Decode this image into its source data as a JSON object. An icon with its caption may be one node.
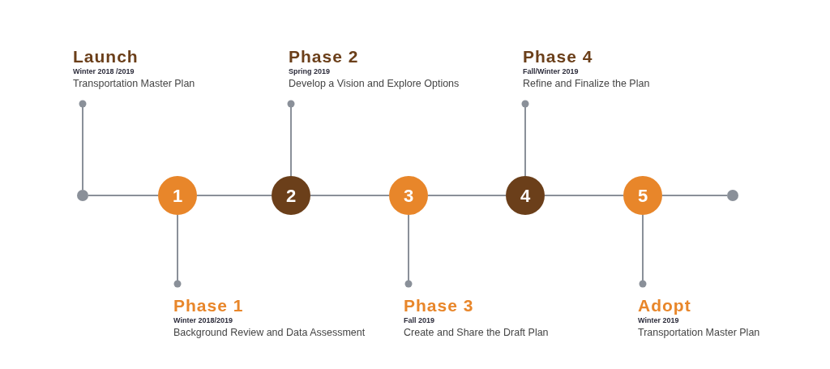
{
  "diagram": {
    "nodes": [
      {
        "text": [
          "Launch",
          "Winter 2018 /2019",
          "Transportation Master Plan"
        ]
      },
      {
        "text": [
          "Phase 2",
          "Spring 2019",
          "Develop a Vision and Explore Options"
        ]
      },
      {
        "text": [
          "Phase 4",
          "Fall/Winter 2019",
          "Refine and Finalize the Plan"
        ]
      },
      {
        "text": [
          "Phase 1",
          "Winter 2018/2019",
          "Background Review and Data Assessment"
        ]
      },
      {
        "text": [
          "Phase 3",
          "Fall 2019",
          "Create and Share the Draft Plan"
        ]
      },
      {
        "text": [
          "Adopt",
          "Winter 2019",
          "Transportation Master Plan"
        ]
      },
      {
        "text": [],
        "shape": "circle"
      },
      {
        "text": [
          "1"
        ]
      },
      {
        "text": [
          "2"
        ]
      },
      {
        "text": [
          "3"
        ]
      },
      {
        "text": [
          "4"
        ]
      },
      {
        "text": [
          "5"
        ]
      },
      {
        "text": [],
        "shape": "circle"
      }
    ],
    "edges": [
      {
        "from": 6,
        "to": 7,
        "arrow": "none"
      },
      {
        "from": 7,
        "to": 8,
        "arrow": "none"
      },
      {
        "from": 8,
        "to": 9,
        "arrow": "none"
      },
      {
        "from": 9,
        "to": 10,
        "arrow": "none"
      },
      {
        "from": 10,
        "to": 11,
        "arrow": "none"
      },
      {
        "from": 11,
        "to": 12,
        "arrow": "none"
      },
      {
        "from": 6,
        "to": 0,
        "arrow": "other"
      },
      {
        "from": 8,
        "to": 1,
        "arrow": "other"
      },
      {
        "from": 10,
        "to": 2,
        "arrow": "other"
      },
      {
        "from": 7,
        "to": 3,
        "arrow": "other"
      },
      {
        "from": 9,
        "to": 4,
        "arrow": "other"
      },
      {
        "from": 11,
        "to": 5,
        "arrow": "other"
      }
    ]
  }
}
